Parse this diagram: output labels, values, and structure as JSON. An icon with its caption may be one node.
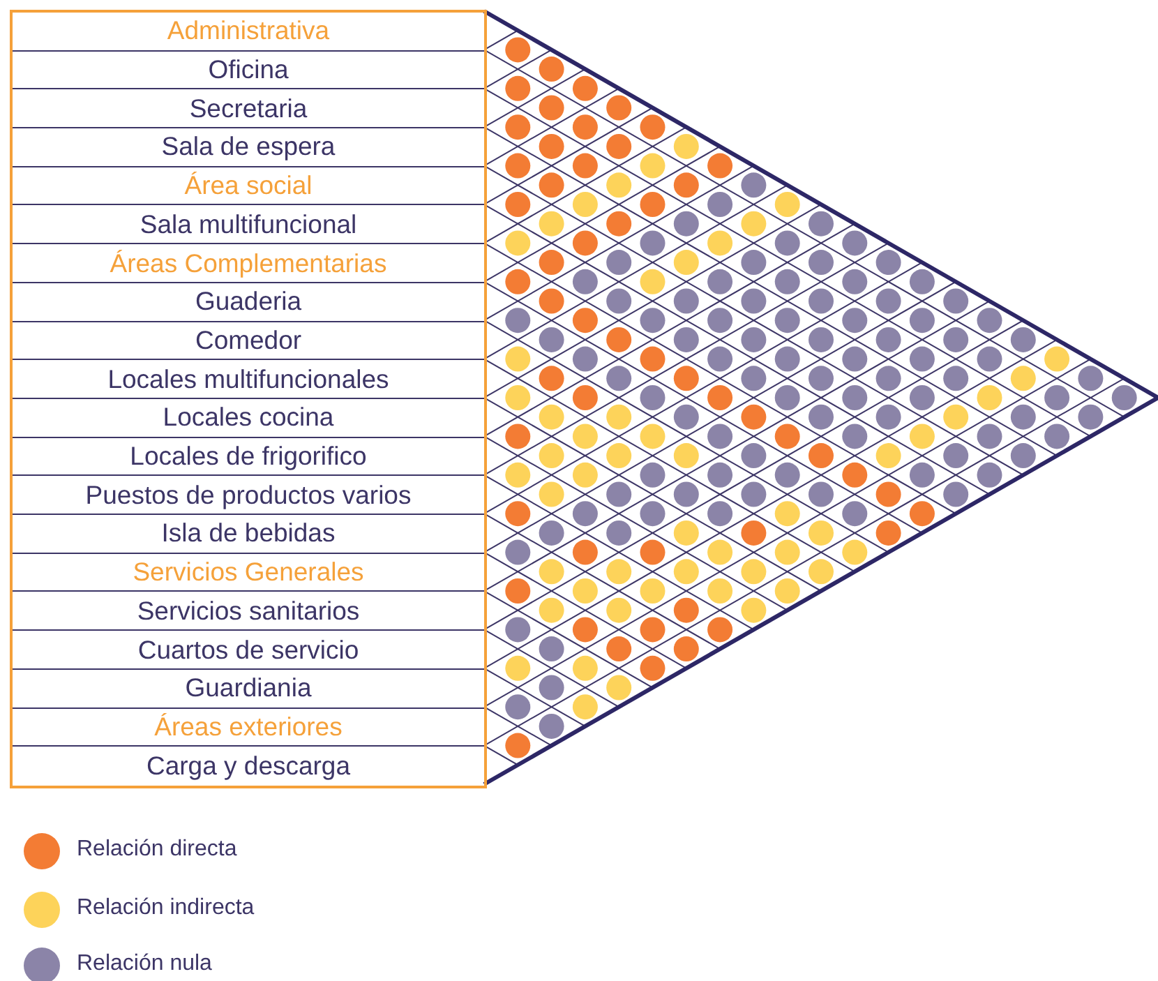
{
  "diagram": {
    "nodes": [
      {
        "text": [
          "Administrativa"
        ]
      },
      {
        "text": [
          "Oficina"
        ]
      },
      {
        "text": [
          "Secretaria"
        ]
      },
      {
        "text": [
          "Sala de espera"
        ]
      },
      {
        "text": [
          "Área social"
        ]
      },
      {
        "text": [
          "Sala multifuncional"
        ]
      },
      {
        "text": [
          "Áreas Complementarias"
        ]
      },
      {
        "text": [
          "Guaderia"
        ]
      },
      {
        "text": [
          "Comedor"
        ]
      },
      {
        "text": [
          "Locales multifuncionales"
        ]
      },
      {
        "text": [
          "Locales cocina"
        ]
      },
      {
        "text": [
          "Locales de frigorifico"
        ]
      },
      {
        "text": [
          "Puestos de productos varios"
        ]
      },
      {
        "text": [
          "Isla de bebidas"
        ]
      },
      {
        "text": [
          "Servicios Generales"
        ]
      },
      {
        "text": [
          "Servicios sanitarios"
        ]
      },
      {
        "text": [
          "Cuartos de servicio"
        ]
      },
      {
        "text": [
          "Guardiania"
        ]
      },
      {
        "text": [
          "Áreas exteriores"
        ]
      },
      {
        "text": [
          "Carga y descarga"
        ]
      }
    ],
    "legend": [
      {
        "text": "Relación directa",
        "color": "#f37c34"
      },
      {
        "text": "Relación indirecta",
        "color": "#fdd35a"
      },
      {
        "text": "Relación nula",
        "color": "#8b84a8"
      }
    ]
  }
}
